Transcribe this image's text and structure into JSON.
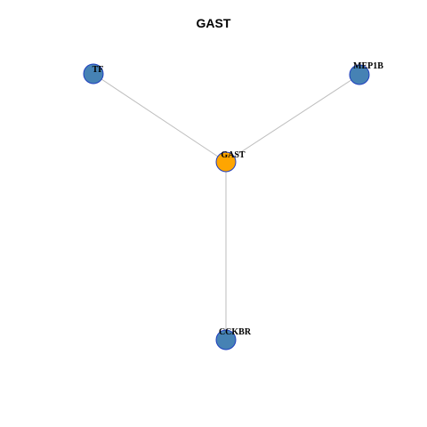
{
  "title": "GAST",
  "graph": {
    "edge_color": "#bebebe",
    "node_stroke": "#1f3fbf",
    "nodes": [
      {
        "id": "GAST",
        "label": "GAST",
        "color": "#ffa500"
      },
      {
        "id": "TF",
        "label": "TF",
        "color": "#4682b4"
      },
      {
        "id": "MEP1B",
        "label": "MEP1B",
        "color": "#4682b4"
      },
      {
        "id": "CCKBR",
        "label": "CCKBR",
        "color": "#4682b4"
      }
    ],
    "edges": [
      {
        "source": "GAST",
        "target": "TF"
      },
      {
        "source": "GAST",
        "target": "MEP1B"
      },
      {
        "source": "GAST",
        "target": "CCKBR"
      }
    ]
  }
}
